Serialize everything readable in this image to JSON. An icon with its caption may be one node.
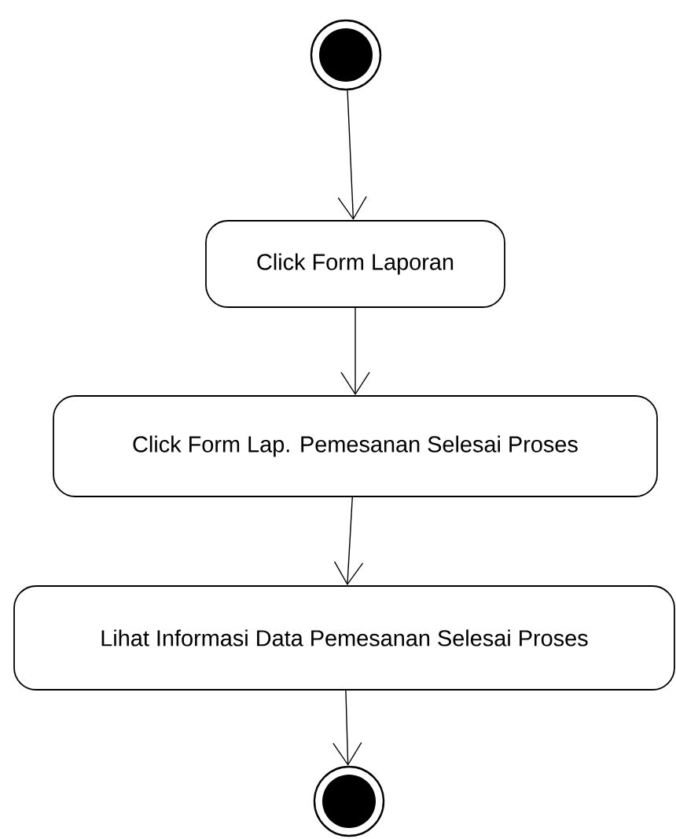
{
  "diagram": {
    "nodes": [
      {
        "text": [],
        "shape": "circle"
      },
      {
        "text": [
          "Click Form Laporan"
        ]
      },
      {
        "text": [
          "Click Form Lap. Pemesanan Selesai Proses"
        ]
      },
      {
        "text": [
          "Lihat Informasi Data Pemesanan Selesai Proses"
        ]
      },
      {
        "text": [],
        "shape": "circle"
      }
    ],
    "edges": [
      {
        "from": 0,
        "to": 1,
        "arrow": "to"
      },
      {
        "from": 1,
        "to": 2,
        "arrow": "to"
      },
      {
        "from": 2,
        "to": 3,
        "arrow": "to"
      },
      {
        "from": 3,
        "to": 4,
        "arrow": "to"
      }
    ]
  }
}
